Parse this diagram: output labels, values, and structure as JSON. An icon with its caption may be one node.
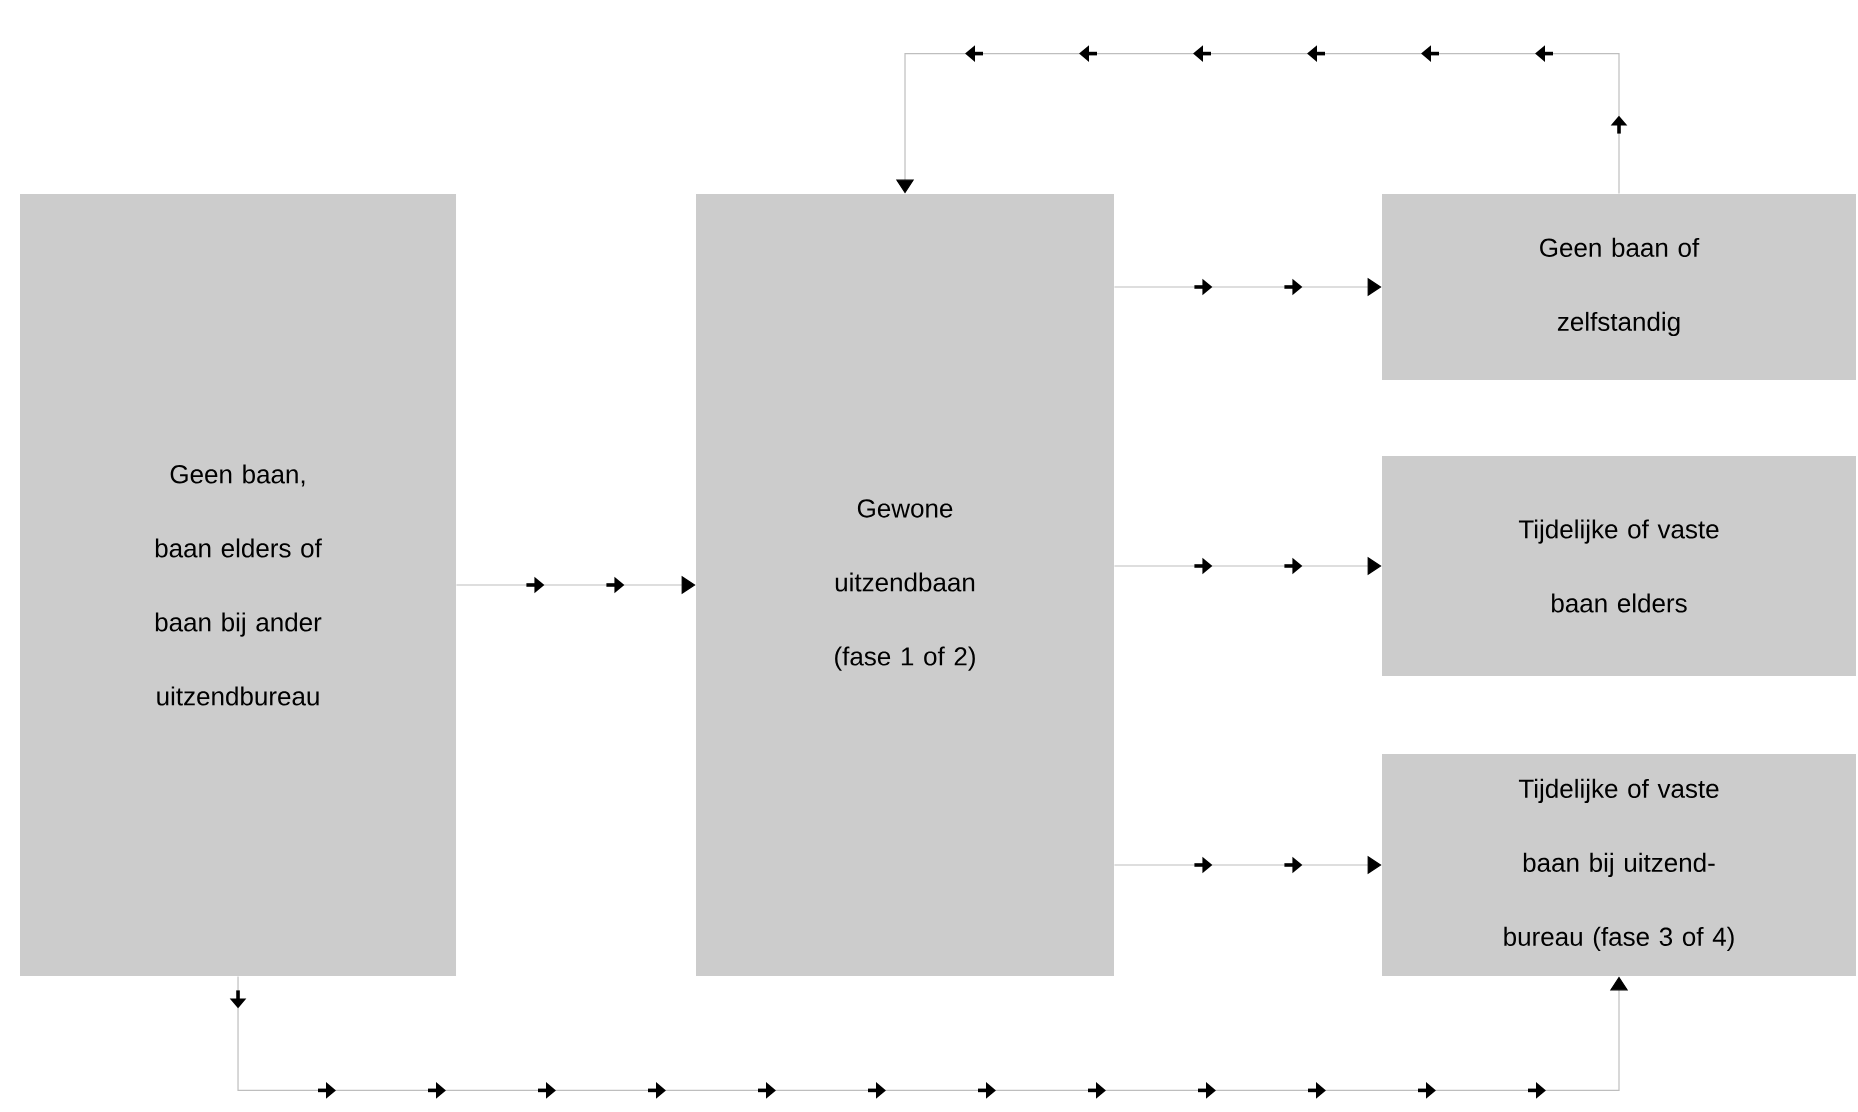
{
  "diagram": {
    "nodes": [
      {
        "text": [
          "Geen baan, baan elders of baan bij ander uitzendbureau"
        ]
      },
      {
        "text": [
          "Gewone uitzendbaan (fase 1 of 2)"
        ]
      },
      {
        "text": [
          "Geen baan of zelfstandig"
        ]
      },
      {
        "text": [
          "Tijdelijke of vaste baan elders"
        ]
      },
      {
        "text": [
          "Tijdelijke of vaste baan bij uitzend-bureau (fase 3 of 4)"
        ]
      }
    ],
    "edges": [
      {
        "from": 0,
        "to": 1,
        "arrow": "to"
      },
      {
        "from": 1,
        "to": 2,
        "arrow": "to"
      },
      {
        "from": 1,
        "to": 3,
        "arrow": "to"
      },
      {
        "from": 1,
        "to": 4,
        "arrow": "to"
      },
      {
        "from": 0,
        "to": 4,
        "arrow": "to"
      },
      {
        "from": 2,
        "to": 1,
        "arrow": "to"
      }
    ]
  }
}
